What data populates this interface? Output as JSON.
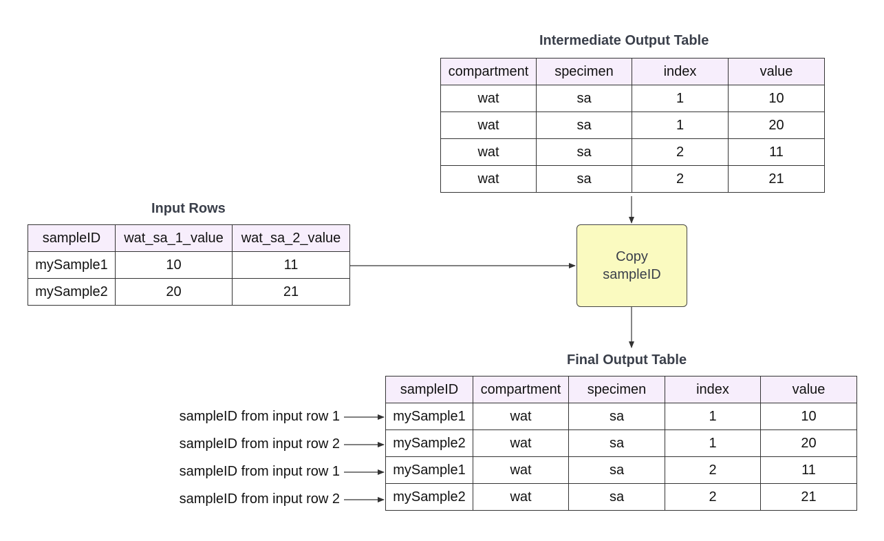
{
  "intermediate": {
    "title": "Intermediate Output Table",
    "headers": [
      "compartment",
      "specimen",
      "index",
      "value"
    ],
    "rows": [
      [
        "wat",
        "sa",
        "1",
        "10"
      ],
      [
        "wat",
        "sa",
        "1",
        "20"
      ],
      [
        "wat",
        "sa",
        "2",
        "11"
      ],
      [
        "wat",
        "sa",
        "2",
        "21"
      ]
    ]
  },
  "input": {
    "title": "Input Rows",
    "headers": [
      "sampleID",
      "wat_sa_1_value",
      "wat_sa_2_value"
    ],
    "rows": [
      [
        "mySample1",
        "10",
        "11"
      ],
      [
        "mySample2",
        "20",
        "21"
      ]
    ]
  },
  "process": {
    "line1": "Copy",
    "line2": "sampleID"
  },
  "final": {
    "title": "Final Output Table",
    "headers": [
      "sampleID",
      "compartment",
      "specimen",
      "index",
      "value"
    ],
    "rows": [
      [
        "mySample1",
        "wat",
        "sa",
        "1",
        "10"
      ],
      [
        "mySample2",
        "wat",
        "sa",
        "1",
        "20"
      ],
      [
        "mySample1",
        "wat",
        "sa",
        "2",
        "11"
      ],
      [
        "mySample2",
        "wat",
        "sa",
        "2",
        "21"
      ]
    ]
  },
  "row_sources": [
    "sampleID from input row 1",
    "sampleID from input row 2",
    "sampleID from input row 1",
    "sampleID from input row 2"
  ],
  "colors": {
    "header_fill": "#f7eefc",
    "process_fill": "#fafac0",
    "title_text": "#3a3f4a",
    "line": "#333333"
  }
}
